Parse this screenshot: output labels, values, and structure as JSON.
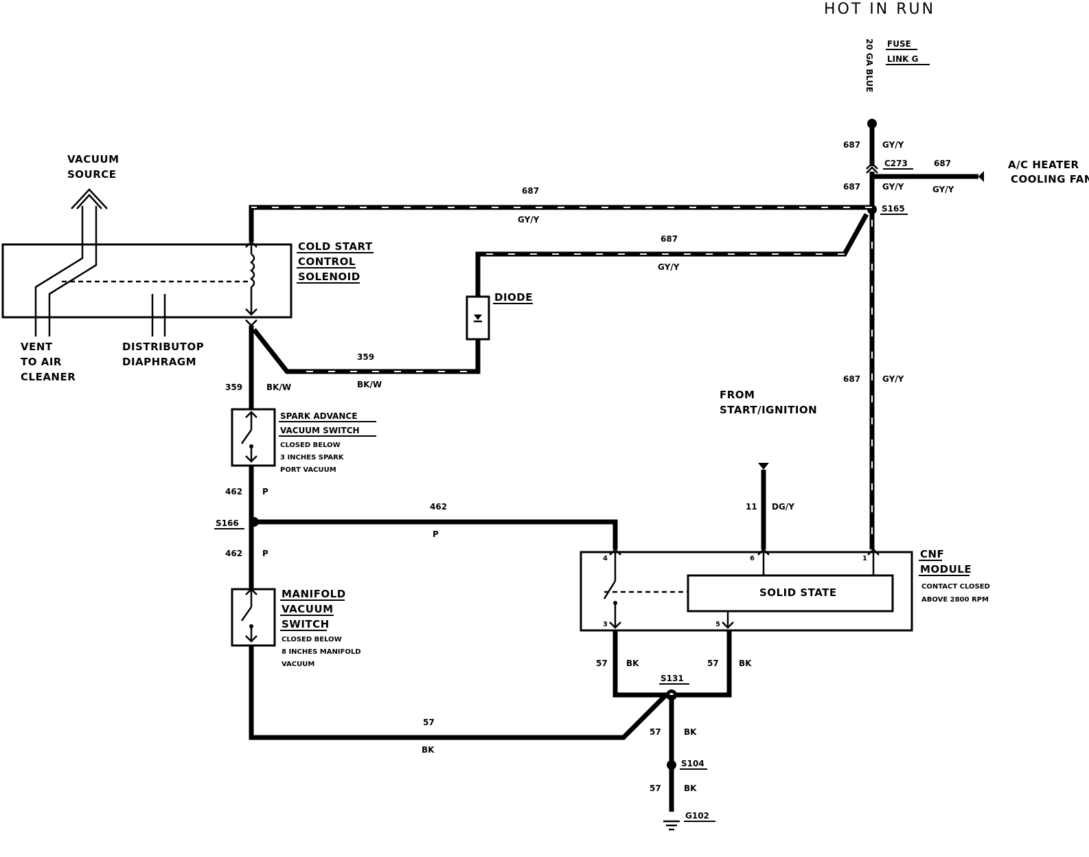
{
  "header": {
    "hot_in_run": "HOT IN RUN"
  },
  "fuse": {
    "gauge_text": "20 GA BLUE",
    "fuse_line1": "FUSE",
    "fuse_line2": "LINK G"
  },
  "connectors": {
    "c273": "C273",
    "s165": "S165",
    "s166": "S166",
    "s131": "S131",
    "s104": "S104",
    "g102": "G102"
  },
  "ac_heater": {
    "line1": "A/C HEATER",
    "line2": "COOLING FAN"
  },
  "vacuum": {
    "source_line1": "VACUUM",
    "source_line2": "SOURCE",
    "vent_line1": "VENT",
    "vent_line2": "TO AIR",
    "vent_line3": "CLEANER",
    "dist_line1": "DISTRIBUTOP",
    "dist_line2": "DIAPHRAGM"
  },
  "cold_start": {
    "line1": "COLD START",
    "line2": "CONTROL",
    "line3": "SOLENOID"
  },
  "diode": {
    "label": "DIODE"
  },
  "spark_switch": {
    "line1": "SPARK ADVANCE",
    "line2": "VACUUM SWITCH",
    "line3": "CLOSED BELOW",
    "line4": "3 INCHES SPARK",
    "line5": "PORT VACUUM"
  },
  "manifold_switch": {
    "line1": "MANIFOLD",
    "line2": "VACUUM",
    "line3": "SWITCH",
    "line4": "CLOSED BELOW",
    "line5": "8 INCHES MANIFOLD",
    "line6": "VACUUM"
  },
  "cnf_module": {
    "line1": "CNF",
    "line2": "MODULE",
    "line3": "CONTACT CLOSED",
    "line4": "ABOVE 2800 RPM",
    "solid_state": "SOLID STATE",
    "pin4": "4",
    "pin6": "6",
    "pin1": "1",
    "pin3": "3",
    "pin5": "5"
  },
  "from_start": {
    "line1": "FROM",
    "line2": "START/IGNITION"
  },
  "wires": {
    "top_687": "687",
    "top_gyy": "GY/Y",
    "c273_687a": "687",
    "c273_gyya": "GY/Y",
    "c273_687b": "687",
    "c273_gyyb": "GY/Y",
    "ac_687": "687",
    "ac_gyy": "GY/Y",
    "mid_687": "687",
    "mid_gyy": "GY/Y",
    "right_687": "687",
    "right_gyy": "GY/Y",
    "w359_a": "359",
    "w359_bkw_a": "BK/W",
    "w359_b": "359",
    "w359_bkw_b": "BK/W",
    "w462_a": "462",
    "w462_p_a": "P",
    "w462_b": "462",
    "w462_p_b": "P",
    "w462_c": "462",
    "w462_p_c": "P",
    "w11": "11",
    "w11_dgy": "DG/Y",
    "w57_l": "57",
    "w57_bk_l": "BK",
    "w57_r": "57",
    "w57_bk_r": "BK",
    "w57_bottom": "57",
    "w57_bk_bottom": "BK",
    "w57_s131": "57",
    "w57_bk_s131": "BK",
    "w57_s104": "57",
    "w57_bk_s104": "BK"
  }
}
